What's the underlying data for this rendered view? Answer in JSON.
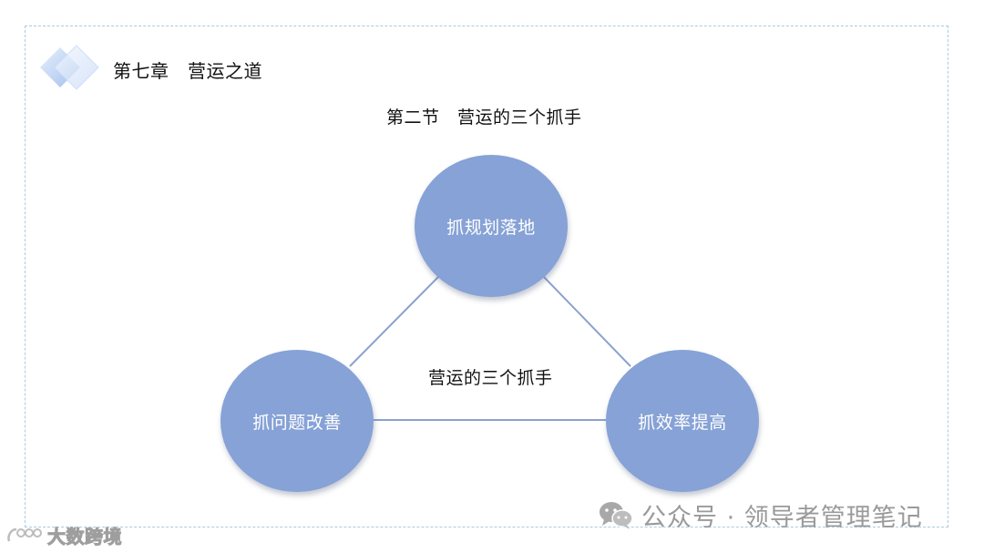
{
  "chapter": {
    "title": "第七章　营运之道"
  },
  "section": {
    "title": "第二节　营运的三个抓手"
  },
  "diagram": {
    "center_label": "营运的三个抓手",
    "nodes": {
      "top": "抓规划落地",
      "left": "抓问题改善",
      "right": "抓效率提高"
    },
    "node_color": "#86a2d6",
    "edge_color": "#8aa2cf"
  },
  "watermarks": {
    "right_text": "公众号 · 领导者管理笔记",
    "right_icon": "wechat-icon",
    "left_text": "大数跨境",
    "left_icon": "brand-logo-icon"
  },
  "colors": {
    "frame_border": "#a9cbe0",
    "accent_light_blue": "#b8d0f2"
  }
}
